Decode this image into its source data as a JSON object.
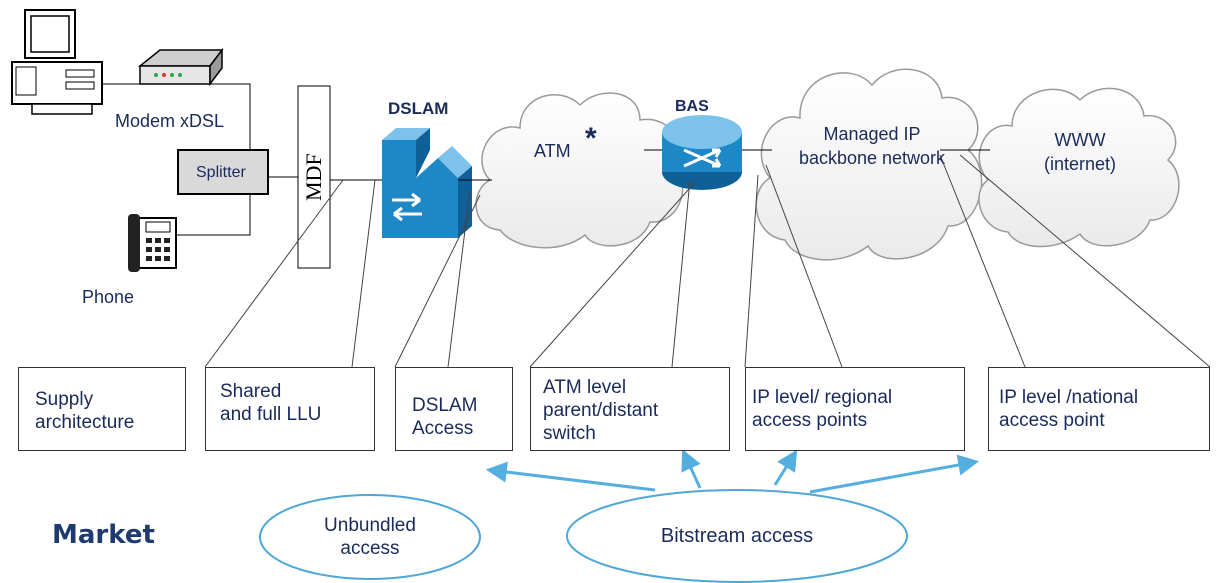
{
  "devices": {
    "modem_label": "Modem xDSL",
    "splitter_label": "Splitter",
    "phone_label": "Phone",
    "mdf_label": "MDF",
    "dslam_label": "DSLAM",
    "bas_label": "BAS"
  },
  "clouds": {
    "atm_label": "ATM",
    "atm_marker": "*",
    "backbone_label": "Managed IP\nbackbone network",
    "www_label": "WWW\n(internet)"
  },
  "access_boxes": {
    "supply": "Supply\narchitecture",
    "llu": "Shared\n  and full LLU",
    "dslam_access": "DSLAM\nAccess",
    "atm_level": "ATM level\nparent/distant\nswitch",
    "ip_regional": "IP level/ regional\naccess points",
    "ip_national": "IP level /national\n access point"
  },
  "market": {
    "title": "Market",
    "unbundled": "Unbundled\naccess",
    "bitstream": "Bitstream access"
  },
  "colors": {
    "text": "#1a2a5a",
    "market_title": "#1f3a6e",
    "ellipse_stroke": "#4ea7d6",
    "arrow": "#55aee0",
    "device_blue": "#1e88c7"
  }
}
